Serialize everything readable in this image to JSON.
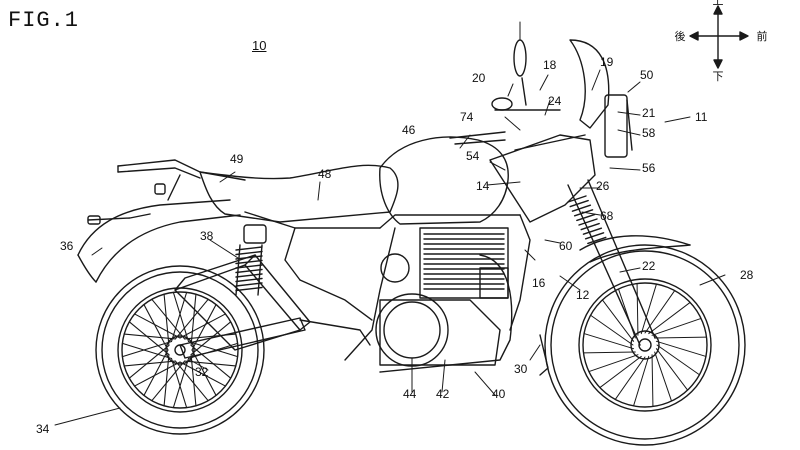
{
  "figure": {
    "title": "FIG.1",
    "reference": "10"
  },
  "compass": {
    "rear": "後",
    "front": "前",
    "up": "上",
    "down": "下"
  },
  "labels": {
    "l11": "11",
    "l12": "12",
    "l14": "14",
    "l16": "16",
    "l18": "18",
    "l19": "19",
    "l20": "20",
    "l21": "21",
    "l22": "22",
    "l24": "24",
    "l26": "26",
    "l28": "28",
    "l30": "30",
    "l32": "32",
    "l34": "34",
    "l36": "36",
    "l38": "38",
    "l40": "40",
    "l42": "42",
    "l44": "44",
    "l46": "46",
    "l48": "48",
    "l49": "49",
    "l50": "50",
    "l54": "54",
    "l56": "56",
    "l58": "58",
    "l60": "60",
    "l68": "68",
    "l74": "74"
  },
  "colors": {
    "ink": "#1a1a1a",
    "paper": "#ffffff"
  }
}
